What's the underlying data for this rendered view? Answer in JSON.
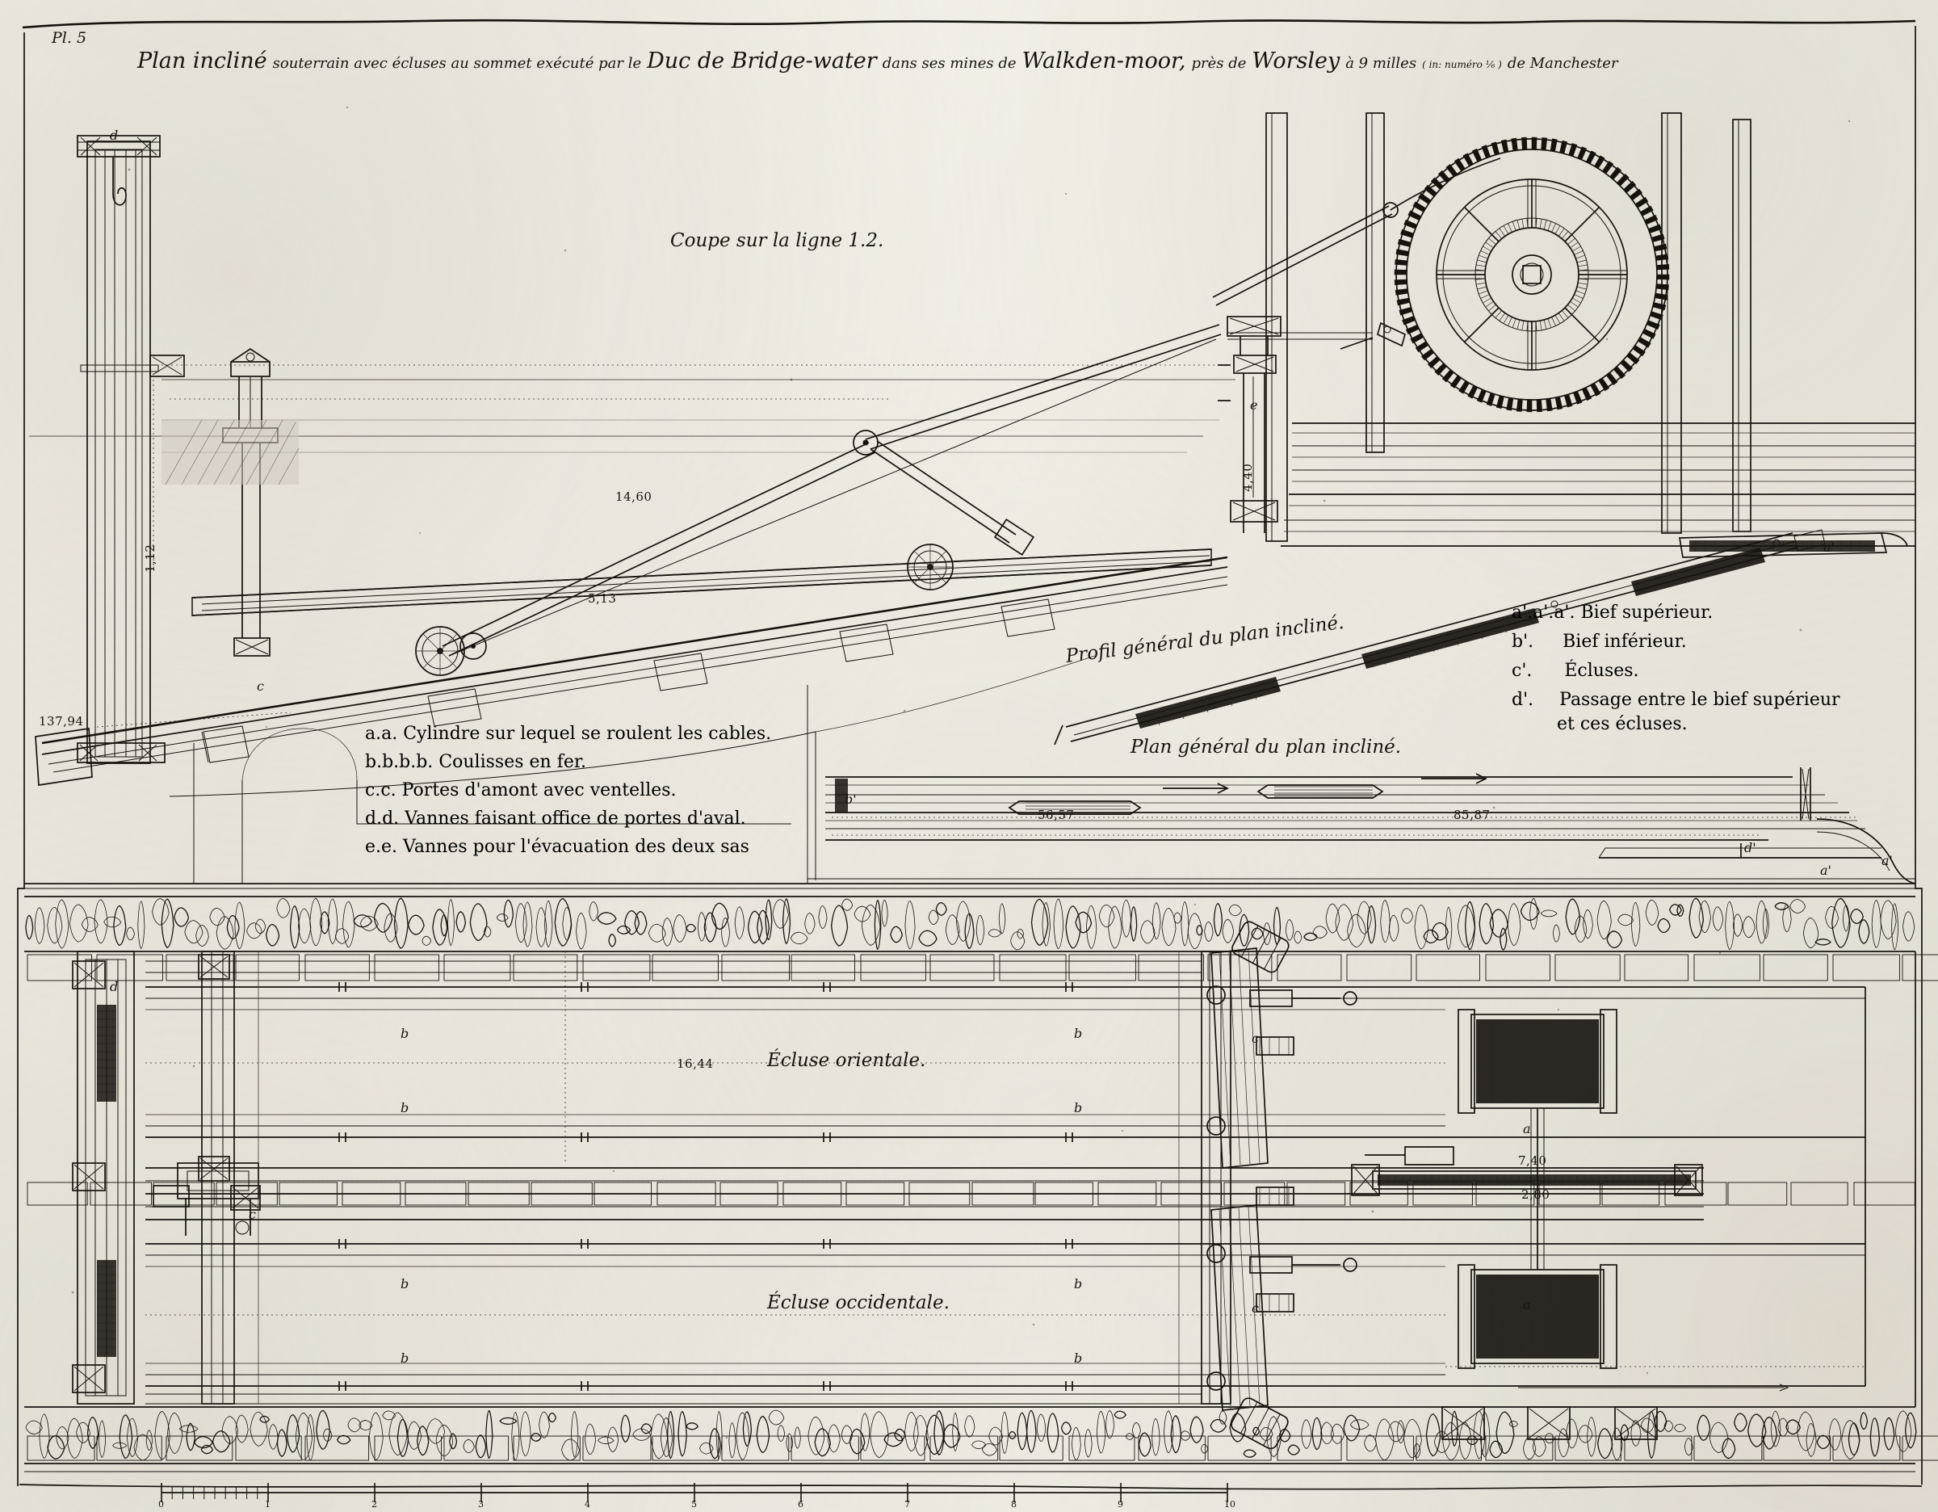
{
  "plate": {
    "number": "Pl. 5",
    "title_main": "Plan incliné",
    "title_rest_1": "souterrain avec écluses au sommet exécuté par le",
    "title_duc": "Duc de Bridge-water",
    "title_rest_2": "dans ses mines de",
    "title_place1": "Walkden-moor,",
    "title_rest_3": "près de",
    "title_place2": "Worsley",
    "title_rest_4": "à 9 milles",
    "title_paren": "( in: numéro ⅙ )",
    "title_rest_5": "de Manchester"
  },
  "captions": {
    "section": "Coupe sur la ligne 1.2.",
    "profile": "Profil général du plan incliné.",
    "plan_general": "Plan général du plan incliné.",
    "lock_east": "Écluse orientale.",
    "lock_west": "Écluse occidentale."
  },
  "legend_left": {
    "items": [
      {
        "key": "a.a.",
        "text": "Cylindre sur lequel se roulent les cables."
      },
      {
        "key": "b.b.b.b.",
        "text": "Coulisses en fer."
      },
      {
        "key": "c.c.",
        "text": "Portes d'amont avec ventelles."
      },
      {
        "key": "d.d.",
        "text": "Vannes faisant office de portes d'aval."
      },
      {
        "key": "e.e.",
        "text": "Vannes pour l'évacuation des deux sas"
      }
    ]
  },
  "legend_right": {
    "items": [
      {
        "key": "a'.a'.a'.",
        "text": "Bief supérieur."
      },
      {
        "key": "b'.",
        "text": "Bief inférieur."
      },
      {
        "key": "c'.",
        "text": "Écluses."
      },
      {
        "key": "d'.",
        "text": "Passage entre le bief supérieur"
      }
    ],
    "continuation": "et ces écluses."
  },
  "dimensions": {
    "d_137_94": "137,94",
    "d_14_60": "14,60",
    "d_5_13": "5,13",
    "d_1_12": "1,12",
    "d_4_40": "4,40",
    "d_16_44": "16,44",
    "d_56_57": "56,57",
    "d_85_87": "85,87",
    "d_7_40": "7,40",
    "d_2_80": "2,80"
  },
  "part_labels": {
    "a": "a",
    "b": "b",
    "c": "c",
    "d": "d",
    "e": "e",
    "a_prime": "a'",
    "b_prime": "b'",
    "c_prime": "c'",
    "d_prime": "d'"
  },
  "scale_bar": {
    "ticks": [
      "0",
      "1",
      "2",
      "3",
      "4",
      "5",
      "6",
      "7",
      "8",
      "9",
      "10"
    ]
  },
  "colors": {
    "paper": "#f2efe8",
    "ink": "#16130f",
    "wash": "#9a948a"
  }
}
